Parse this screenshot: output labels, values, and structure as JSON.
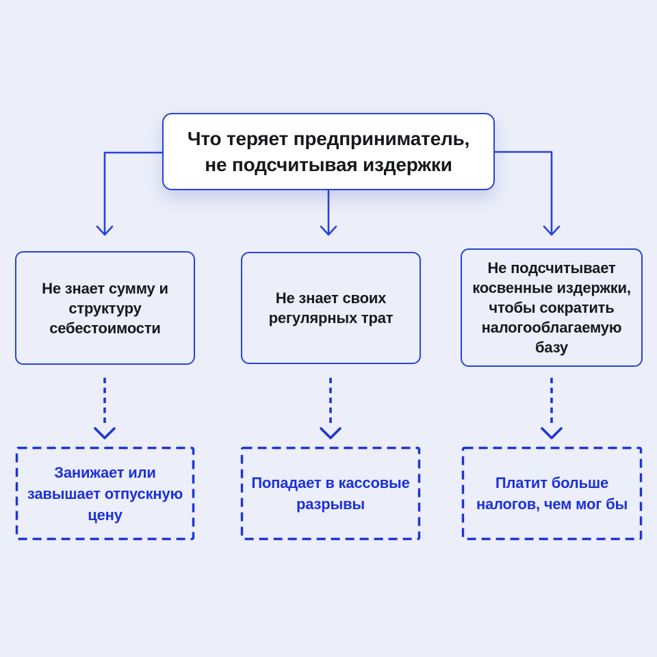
{
  "colors": {
    "background": "#eceef9",
    "accent_solid": "#2742d8",
    "accent_dashed": "#1e34d4",
    "text_dark": "#17181c",
    "text_blue": "#1c31d8",
    "root_box_background": "#ffffff"
  },
  "diagram": {
    "root": {
      "label": "Что теряет предприниматель,\nне подсчитывая издержки"
    },
    "causes": [
      {
        "label": "Не знает сумму и\nструктуру\nсебестоимости"
      },
      {
        "label": "Не знает своих\nрегулярных трат"
      },
      {
        "label": "Не подсчитывает\nкосвенные издержки,\nчтобы сократить\nналогооблагаемую\nбазу"
      }
    ],
    "consequences": [
      {
        "label": "Занижает или\nзавышает отпускную\nцену"
      },
      {
        "label": "Попадает в кассовые\nразрывы"
      },
      {
        "label": "Платит больше\nналогов, чем мог бы"
      }
    ]
  }
}
